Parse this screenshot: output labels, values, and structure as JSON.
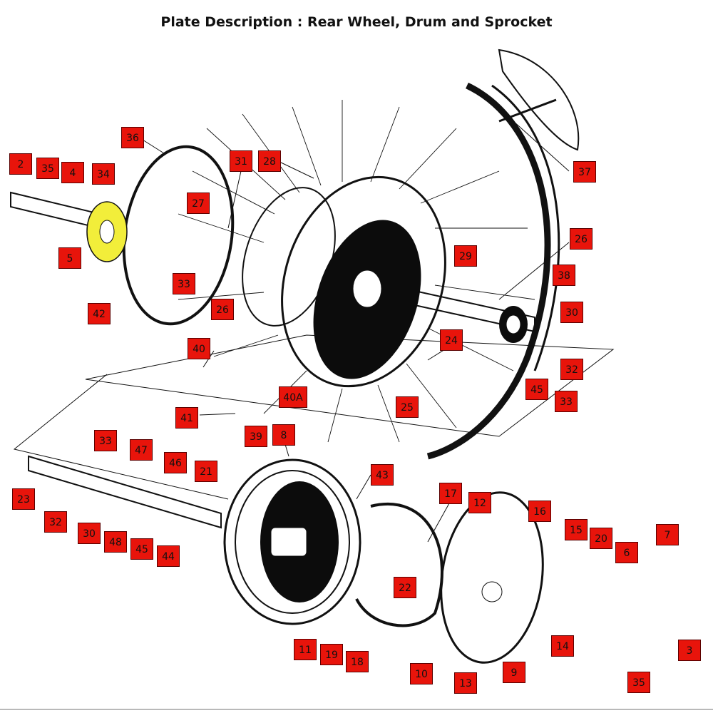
{
  "title": "Plate Description : Rear Wheel, Drum and Sprocket",
  "colors": {
    "callout_fill": "#e8140b",
    "highlight": "#f2ee3a",
    "line": "#111111"
  },
  "callouts": [
    "2",
    "35",
    "4",
    "34",
    "5",
    "36",
    "31",
    "28",
    "27",
    "33",
    "42",
    "26",
    "37",
    "26",
    "29",
    "38",
    "30",
    "32",
    "45",
    "33",
    "24",
    "25",
    "40",
    "40A",
    "41",
    "39",
    "8",
    "33",
    "47",
    "46",
    "21",
    "23",
    "32",
    "30",
    "48",
    "45",
    "44",
    "43",
    "17",
    "12",
    "16",
    "15",
    "20",
    "7",
    "6",
    "22",
    "14",
    "11",
    "19",
    "18",
    "10",
    "13",
    "9",
    "35",
    "3"
  ]
}
